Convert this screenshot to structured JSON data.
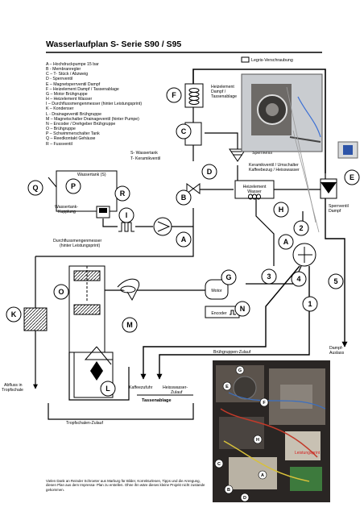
{
  "title": "Wasserlaufplan S- Serie S90 / S95",
  "legend": [
    "A – Hochdruckpumpe 15 bar",
    "B - Membranregler",
    "C – T- Stück / Abzweig",
    "D - Sperrventil",
    "E – Magnetsperrventil Dampf",
    "F – Heizelement Dampf / Tassenablage",
    "G – Motor Brühgruppe",
    "H – Heizelement Wasser",
    "I – Durchflussmengenmesser (hinter Leistungsprint)",
    "K – Kondenser",
    "L - Drainageventil Brühgruppe",
    "M – Magnetschalter Drainageventil (hinter Pumpe)",
    "N – Encoder / Drehgeber Brühgruppe",
    "O – Brühgruppe",
    "P – Schwimmerschalter Tank",
    "Q – Reedkontakt Gehäuse",
    "R – Fussventil"
  ],
  "labels": {
    "s_wassertank": "S- Wassertank",
    "t_keramikventil": "T- Keramikventil",
    "legris": "Legris-Verschraubung",
    "heizelement_dampf": "Heizelement Dampf / Tassenablage",
    "sperrventil": "Sperrventil",
    "keramikventil": "Keramikventil / Umschalter Kaffeebezug / Heisswasser",
    "heizelement_wasser": "Heizelement Wasser",
    "sperrventil_dampf": "Sperrventil Dampf",
    "wassertank": "Wassertank (S)",
    "wassertank_kupplung": "Wassertank-Kupplung",
    "durchfluss": "Durchflussmengenmesser (hinter Leistungsprint)",
    "motor": "Motor",
    "encoder": "Encoder",
    "bruehgruppen_zulauf": "Brühgruppen-Zulauf",
    "dampf_auslass": "Dampf-Auslass",
    "abfluss": "Abfluss in Tropfschale",
    "kaffeezufuhr": "Kaffeezufuhr",
    "heisswasser_zulauf": "Heisswasser-Zulauf",
    "tassenablage": "Tassenablage",
    "tropfschalen_zulauf": "Tropfschalen-Zulauf"
  },
  "markers": {
    "A1": "A",
    "A2": "A",
    "B": "B",
    "C": "C",
    "D": "D",
    "E": "E",
    "F": "F",
    "G": "G",
    "H": "H",
    "I": "I",
    "K": "K",
    "L": "L",
    "M": "M",
    "N": "N",
    "O": "O",
    "P": "P",
    "Q": "Q",
    "R": "R",
    "n1": "1",
    "n2": "2",
    "n3": "3",
    "n4": "4",
    "n5": "5"
  },
  "photo_labels": {
    "G": "G",
    "E": "E",
    "F": "F",
    "H": "H",
    "C": "C",
    "B": "B",
    "A": "A",
    "D": "D",
    "note": "Leistungsprint"
  },
  "credits": "Vielen Dank an Reinder Schroeter aus Marburg für Bilder, Korrekturlesen, Tipps und die Anregung, diesen Plan aus dem Impressa- Plan zu erstellen. Ohne ihn wäre dieses kleine Projekt nicht zustande gekommen.",
  "colors": {
    "line": "#000000",
    "photo_bg": "#2a2624",
    "note_red": "#d42020"
  }
}
